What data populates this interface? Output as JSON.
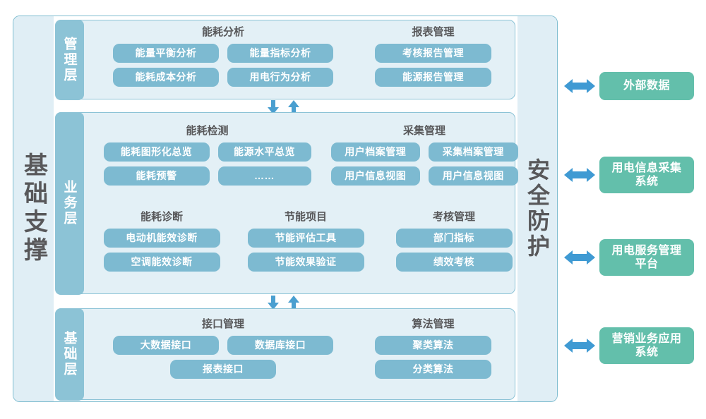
{
  "diagram": {
    "left_panel": {
      "label": "基础支撑"
    },
    "right_panel": {
      "label": "安全防护"
    },
    "layers": [
      {
        "id": "management",
        "tab_label": "管理层",
        "groups": [
          {
            "title": "能耗分析",
            "rows": [
              [
                "能量平衡分析",
                "能量指标分析"
              ],
              [
                "能耗成本分析",
                "用电行为分析"
              ]
            ]
          },
          {
            "title": "报表管理",
            "rows": [
              [
                "考核报告管理"
              ],
              [
                "能源报告管理"
              ]
            ]
          }
        ]
      },
      {
        "id": "business",
        "tab_label": "业务层",
        "groups": [
          {
            "title": "能耗检测",
            "rows": [
              [
                "能耗图形化总览",
                "能源水平总览"
              ],
              [
                "能耗预警",
                "……"
              ]
            ]
          },
          {
            "title": "采集管理",
            "rows": [
              [
                "用户档案管理",
                "采集档案管理"
              ],
              [
                "用户信息视图",
                "用户信息视图"
              ]
            ]
          },
          {
            "title": "能耗诊断",
            "rows": [
              [
                "电动机能效诊断"
              ],
              [
                "空调能效诊断"
              ]
            ]
          },
          {
            "title": "节能项目",
            "rows": [
              [
                "节能评估工具"
              ],
              [
                "节能效果验证"
              ]
            ]
          },
          {
            "title": "考核管理",
            "rows": [
              [
                "部门指标"
              ],
              [
                "绩效考核"
              ]
            ]
          }
        ]
      },
      {
        "id": "base",
        "tab_label": "基础层",
        "groups": [
          {
            "title": "接口管理",
            "rows": [
              [
                "大数据接口",
                "数据库接口"
              ],
              [
                "报表接口"
              ]
            ]
          },
          {
            "title": "算法管理",
            "rows": [
              [
                "聚类算法"
              ],
              [
                "分类算法"
              ]
            ]
          }
        ]
      }
    ],
    "external_systems": [
      {
        "label": "外部数据"
      },
      {
        "label": "用电信息采集\n系统",
        "line1": "用电信息采集",
        "line2": "系统"
      },
      {
        "label": "用电服务管理\n平台",
        "line1": "用电服务管理",
        "line2": "平台"
      },
      {
        "label": "营销业务应用\n系统",
        "line1": "营销业务应用",
        "line2": "系统"
      }
    ],
    "colors": {
      "pill": "#7dbad1",
      "layer_bg": "#e3f0f6",
      "layer_border": "#8cc3d6",
      "panel_bg": "#e0eef5",
      "tab_bg": "#8cc3d6",
      "external": "#63bfab",
      "arrow": "#4a9fd0",
      "text_dark": "#58585a"
    }
  }
}
